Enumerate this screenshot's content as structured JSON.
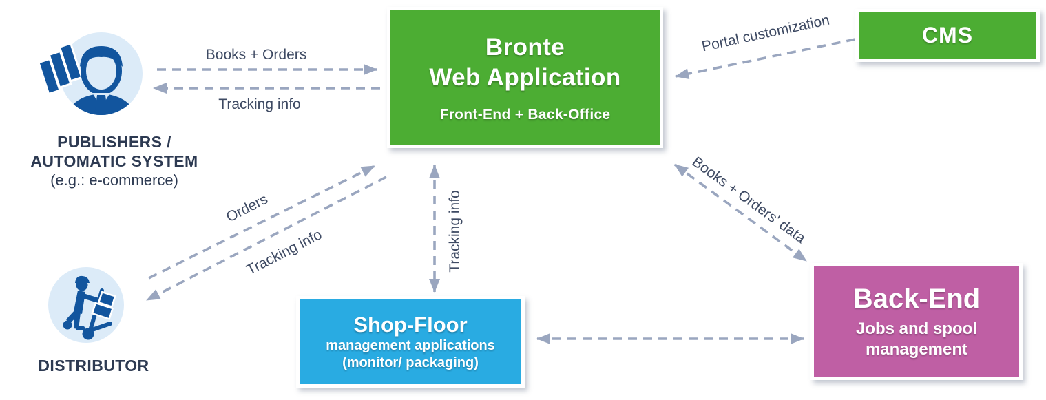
{
  "nodes": {
    "bronte": {
      "line1": "Bronte",
      "line2": "Web Application",
      "subtitle": "Front-End + Back-Office",
      "color": "#4cad33"
    },
    "cms": {
      "label": "CMS",
      "color": "#4cad33"
    },
    "shop_floor": {
      "title": "Shop-Floor",
      "desc1": "management applications",
      "desc2": "(monitor/ packaging)",
      "color": "#29abe2"
    },
    "back_end": {
      "title": "Back-End",
      "desc1": "Jobs and spool",
      "desc2": "management",
      "color": "#bf5fa4"
    }
  },
  "actors": {
    "publishers": {
      "line1": "PUBLISHERS /",
      "line2": "AUTOMATIC SYSTEM",
      "line3": "(e.g.: e-commerce)",
      "icon": "person-with-books-icon"
    },
    "distributor": {
      "label": "DISTRIBUTOR",
      "icon": "hand-truck-person-icon"
    }
  },
  "edges": {
    "books_orders": {
      "label": "Books + Orders",
      "from": "publishers",
      "to": "bronte",
      "bidirectional": false
    },
    "tracking_info_publishers": {
      "label": "Tracking info",
      "from": "bronte",
      "to": "publishers",
      "bidirectional": false
    },
    "portal_customization": {
      "label": "Portal customization",
      "from": "cms",
      "to": "bronte",
      "bidirectional": false
    },
    "orders": {
      "label": "Orders",
      "from": "distributor",
      "to": "bronte",
      "bidirectional": false
    },
    "tracking_info_distributor": {
      "label": "Tracking info",
      "from": "bronte",
      "to": "distributor",
      "bidirectional": false
    },
    "tracking_info_shopfloor": {
      "label": "Tracking info",
      "from": "bronte",
      "to": "shop_floor",
      "bidirectional": true
    },
    "books_orders_data": {
      "label": "Books + Orders' data",
      "from": "bronte",
      "to": "back_end",
      "bidirectional": true
    },
    "shopfloor_backend": {
      "label": "",
      "from": "shop_floor",
      "to": "back_end",
      "bidirectional": true
    }
  },
  "colors": {
    "arrow": "#9aa6bf",
    "icon_blue": "#12559e",
    "icon_circle_bg": "#dcebf8",
    "actor_text": "#2d3a52",
    "edge_label_text": "#3e4a63"
  }
}
